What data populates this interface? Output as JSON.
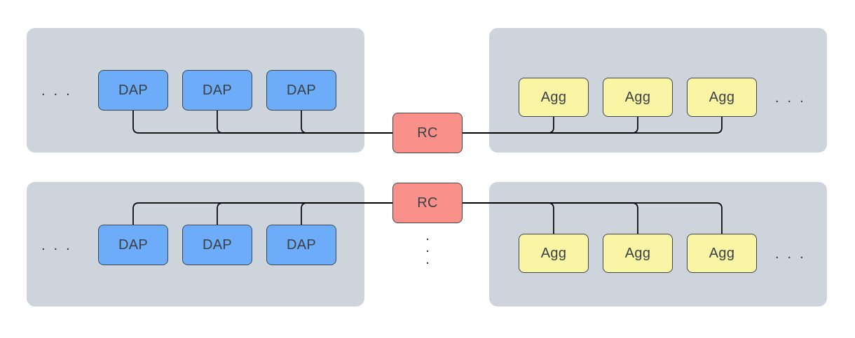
{
  "diagram": {
    "type": "architecture-diagram",
    "groups": {
      "top_left": {
        "node_labels": [
          "DAP",
          "DAP",
          "DAP"
        ],
        "ellipsis": "..."
      },
      "top_right": {
        "node_labels": [
          "Agg",
          "Agg",
          "Agg"
        ],
        "ellipsis": "..."
      },
      "bottom_left": {
        "node_labels": [
          "DAP",
          "DAP",
          "DAP"
        ],
        "ellipsis": "..."
      },
      "bottom_right": {
        "node_labels": [
          "Agg",
          "Agg",
          "Agg"
        ],
        "ellipsis": "..."
      }
    },
    "routers": {
      "top": "RC",
      "bottom": "RC",
      "more_rows_ellipsis": ".\n.\n."
    },
    "colors": {
      "panel_bg": "#CED4DB",
      "dap_fill": "#6CACF8",
      "agg_fill": "#FAF5A5",
      "rc_fill": "#F9908A",
      "node_border": "#3F464D",
      "connector": "#000000",
      "label_text": "#3A4045"
    }
  }
}
